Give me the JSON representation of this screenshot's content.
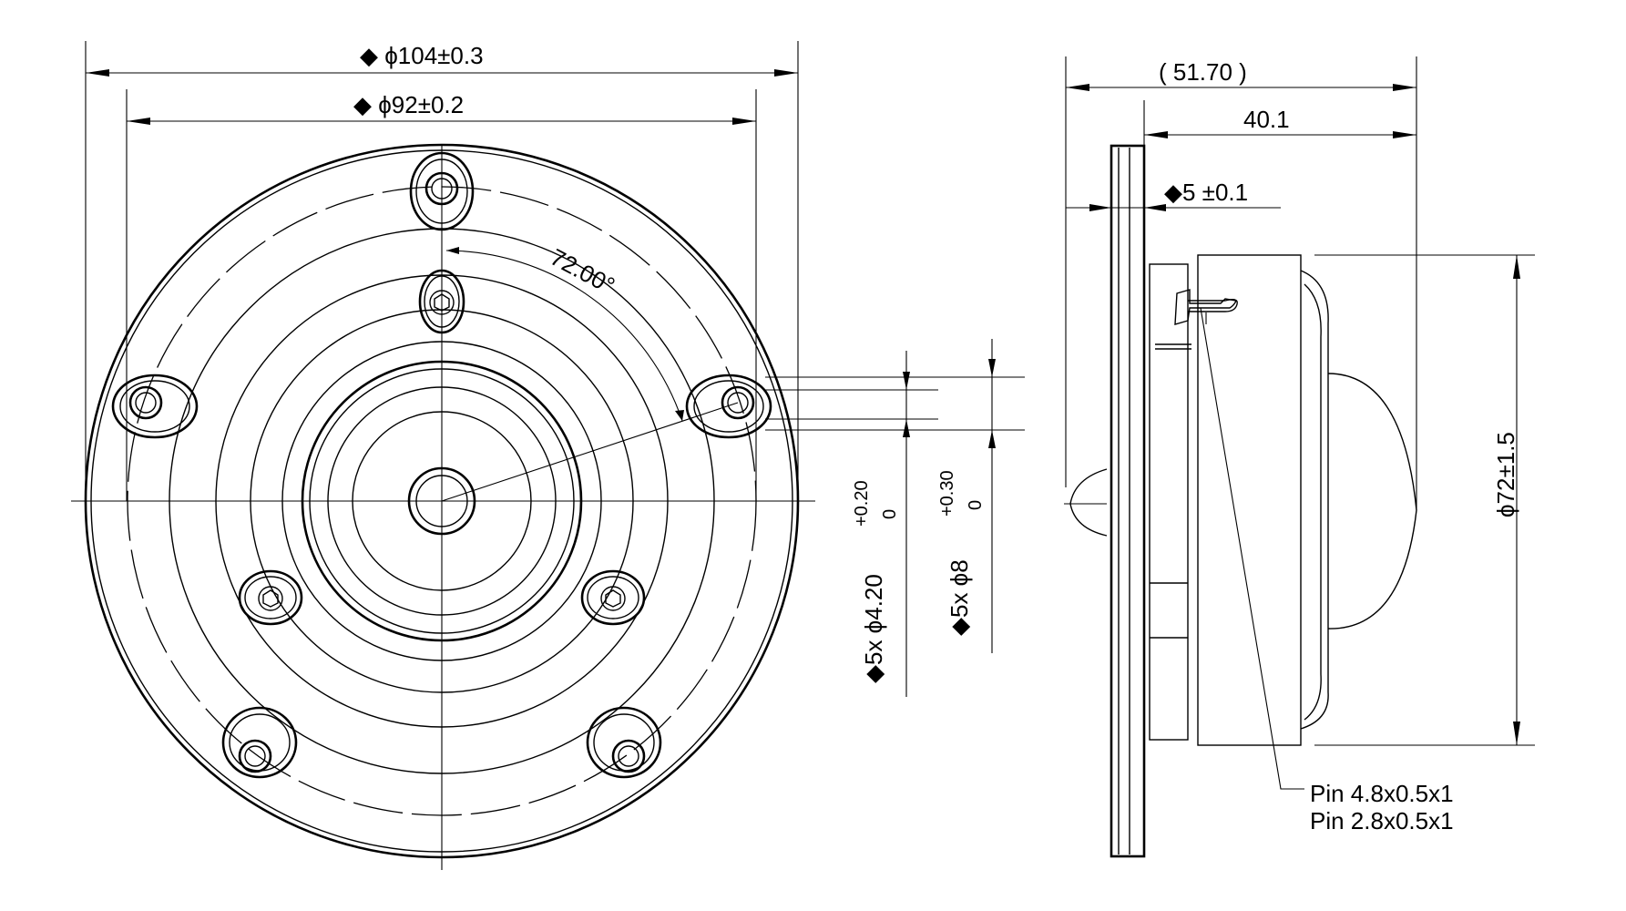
{
  "front_view": {
    "outer_diameter_label": "◆ ϕ104±0.3",
    "bolt_circle_label": "◆ ϕ92±0.2",
    "angle_label": "72.00°",
    "hole_label": "◆5x ϕ4.20",
    "hole_tol_upper": "+0.20",
    "hole_tol_lower": "0",
    "counterbore_label": "◆5x ϕ8",
    "counterbore_tol_upper": "+0.30",
    "counterbore_tol_lower": "0"
  },
  "side_view": {
    "overall_depth_label": "( 51.70 )",
    "body_depth_label": "40.1",
    "flange_thickness_label": "◆5 ±0.1",
    "body_diameter_label": "ϕ72±1.5",
    "pin_label_1": "Pin 4.8x0.5x1",
    "pin_label_2": "Pin 2.8x0.5x1"
  }
}
